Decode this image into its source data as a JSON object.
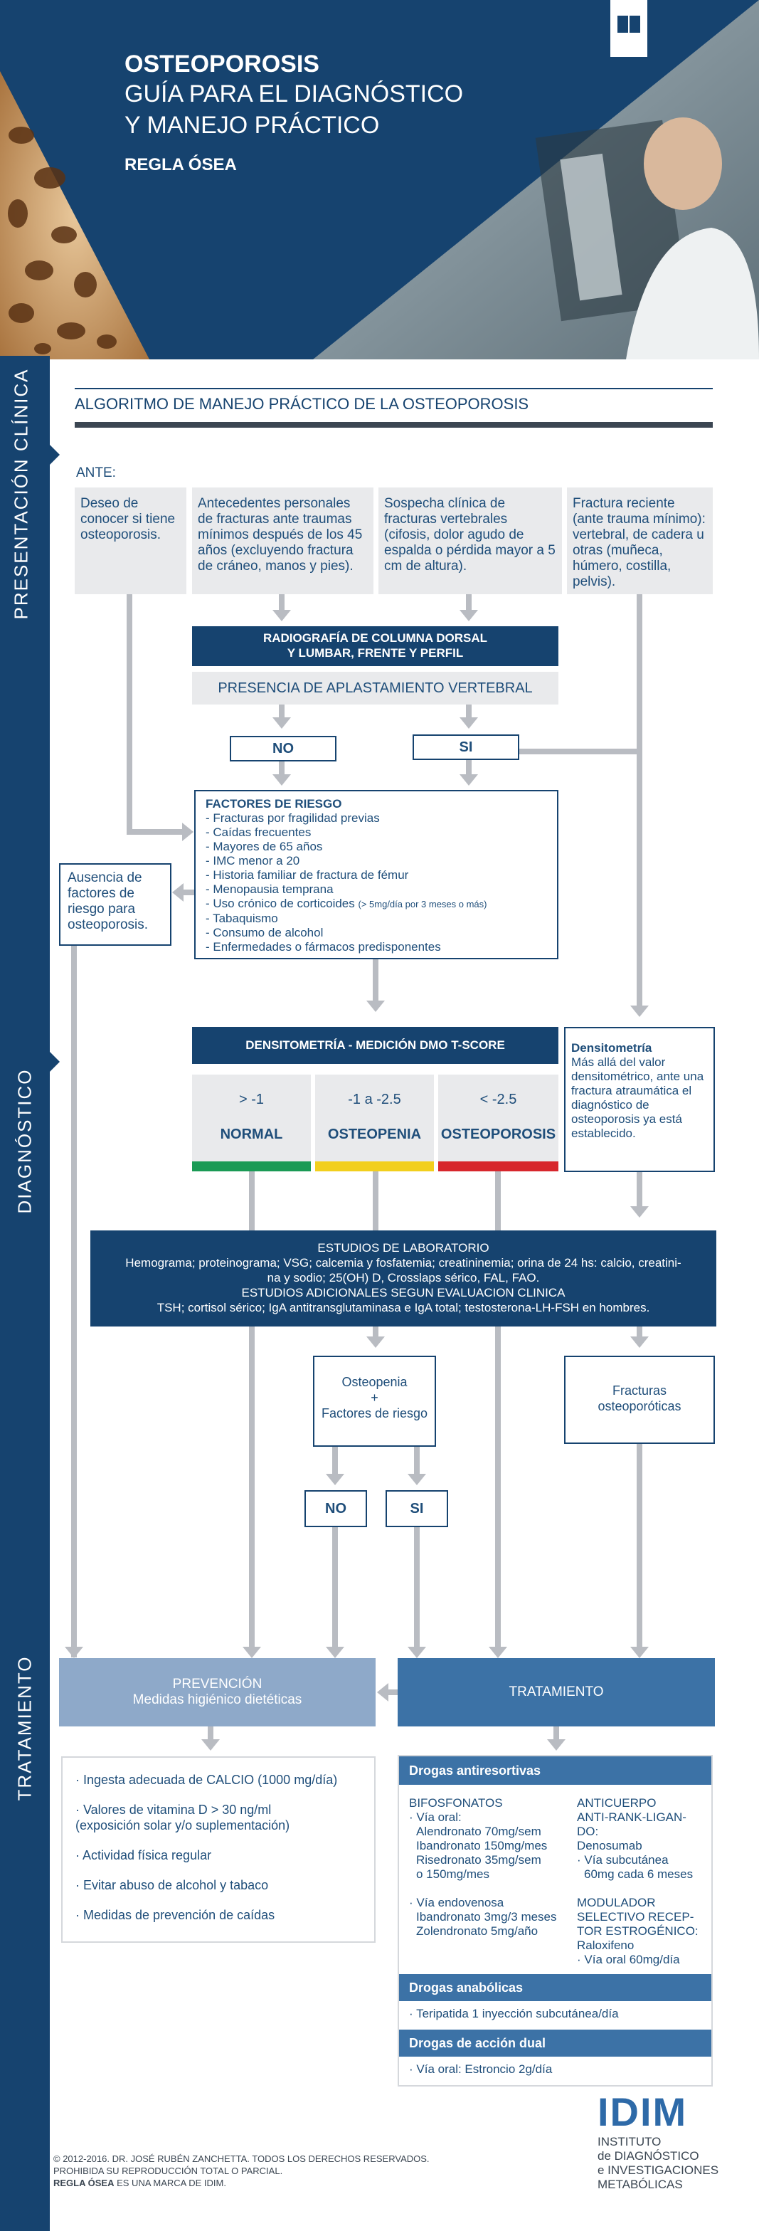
{
  "header": {
    "title_line1": "OSTEOPOROSIS",
    "title_line2": "GUÍA PARA EL DIAGNÓSTICO",
    "title_line3": "Y MANEJO PRÁCTICO",
    "subtitle": "REGLA ÓSEA"
  },
  "side_labels": {
    "presentacion": "PRESENTACIÓN CLÍNICA",
    "diagnostico": "DIAGNÓSTICO",
    "tratamiento": "TRATAMIENTO"
  },
  "section_title": "ALGORITMO DE MANEJO PRÁCTICO DE LA OSTEOPOROSIS",
  "ante_label": "ANTE:",
  "presentations": [
    "Deseo de conocer si tiene osteoporosis.",
    "Antecedentes personales de fracturas ante traumas mínimos después de los 45 años (excluyendo fractura de cráneo, manos y pies).",
    "Sospecha clínica de fracturas vertebrales (cifosis, dolor agudo de espalda o pérdida mayor a 5 cm de altura).",
    "Fractura reciente (ante trauma mínimo): vertebral, de cadera u otras (muñeca, húmero, costilla, pelvis)."
  ],
  "radiografia": {
    "line1": "RADIOGRAFÍA DE COLUMNA DORSAL",
    "line2": "Y LUMBAR, FRENTE Y PERFIL"
  },
  "aplastamiento": "PRESENCIA DE APLASTAMIENTO VERTEBRAL",
  "no_label": "NO",
  "si_label": "SI",
  "factores": {
    "title": "FACTORES DE RIESGO",
    "items": [
      "- Fracturas por fragilidad previas",
      "- Caídas frecuentes",
      "- Mayores de 65 años",
      "- IMC menor a 20",
      "- Historia familiar de fractura de fémur",
      "- Menopausia temprana",
      "- Uso crónico de corticoides",
      "- Tabaquismo",
      "- Consumo de alcohol",
      "- Enfermedades o fármacos predisponentes"
    ],
    "corticoides_note": "(> 5mg/día por 3 meses o más)"
  },
  "ausencia": "Ausencia de factores de riesgo para osteoporosis.",
  "densitometria": {
    "header": "DENSITOMETRÍA - MEDICIÓN DMO T-SCORE",
    "columns": [
      {
        "range": "> -1",
        "label": "NORMAL",
        "color": "#1a9a55"
      },
      {
        "range": "-1 a -2.5",
        "label": "OSTEOPENIA",
        "color": "#f2cf1d"
      },
      {
        "range": "< -2.5",
        "label": "OSTEOPOROSIS",
        "color": "#d7262c"
      }
    ],
    "side_title": "Densitometría",
    "side_text": "Más allá del valor densitométrico, ante una fractura atraumática el diagnóstico de osteoporosis ya está establecido."
  },
  "laboratorio": {
    "line1": "ESTUDIOS DE LABORATORIO",
    "line2": "Hemograma; proteinograma; VSG; calcemia y fosfatemia; creatininemia; orina de 24 hs: calcio, creatini-",
    "line3": "na y sodio;  25(OH) D, Crosslaps sérico, FAL, FAO.",
    "line4": "ESTUDIOS ADICIONALES SEGUN EVALUACION CLINICA",
    "line5": "TSH; cortisol sérico; IgA antitransglutaminasa e IgA total; testosterona-LH-FSH en hombres."
  },
  "osteopenia_factores": {
    "line1": "Osteopenia",
    "line2": "+",
    "line3": "Factores de riesgo"
  },
  "fracturas_osteoporoticas": {
    "line1": "Fracturas",
    "line2": "osteoporóticas"
  },
  "prevencion": {
    "line1": "PREVENCIÓN",
    "line2": "Medidas higiénico dietéticas"
  },
  "tratamiento_label": "TRATAMIENTO",
  "prevencion_items": [
    "· Ingesta adecuada de CALCIO (1000 mg/día)",
    "· Valores de vitamina D > 30 ng/ml",
    "(exposición solar y/o suplementación)",
    "· Actividad física regular",
    "· Evitar abuso de alcohol y tabaco",
    "· Medidas de prevención de caídas"
  ],
  "drogas": {
    "antiresortivas_title": "Drogas antiresortivas",
    "bifos_title": "BIFOSFONATOS",
    "bifos_lines": [
      "· Vía oral:",
      "Alendronato 70mg/sem",
      "Ibandronato 150mg/mes",
      "Risedronato 35mg/sem",
      "o 150mg/mes",
      "",
      "· Vía endovenosa",
      "Ibandronato 3mg/3 meses",
      "Zolendronato 5mg/año"
    ],
    "anticuerpo_lines": [
      "ANTICUERPO",
      "ANTI-RANK-LIGAN-",
      "DO:",
      "Denosumab",
      "· Vía subcutánea",
      "60mg cada 6 meses"
    ],
    "modulador_lines": [
      "MODULADOR",
      "SELECTIVO RECEP-",
      "TOR ESTROGÉNICO:",
      "Raloxifeno",
      "· Vía oral 60mg/día"
    ],
    "anabolicas_title": "Drogas anabólicas",
    "anabolicas_text": "· Teripatida 1 inyección subcutánea/día",
    "dual_title": "Drogas de acción dual",
    "dual_text": "· Vía oral: Estroncio 2g/día"
  },
  "footer": {
    "line1": "© 2012-2016. DR. JOSÉ RUBÉN ZANCHETTA. TODOS LOS DERECHOS RESERVADOS.",
    "line2": "PROHIBIDA SU REPRODUCCIÓN TOTAL O PARCIAL.",
    "line3_bold": "REGLA ÓSEA",
    "line3_rest": " ES UNA MARCA DE IDIM.",
    "logo": "IDIM",
    "logo_line1": "INSTITUTO",
    "logo_line2": "de DIAGNÓSTICO",
    "logo_line3": "e INVESTIGACIONES",
    "logo_line4": "METABÓLICAS"
  },
  "colors": {
    "navy": "#16436f",
    "light_blue": "#8ea9c9",
    "mid_blue": "#3c72a6",
    "gray_box": "#e9eaec",
    "arrow": "#b9bcc2"
  },
  "icons": [
    "book-icon",
    "bone-texture-image",
    "doctor-xray-image"
  ]
}
